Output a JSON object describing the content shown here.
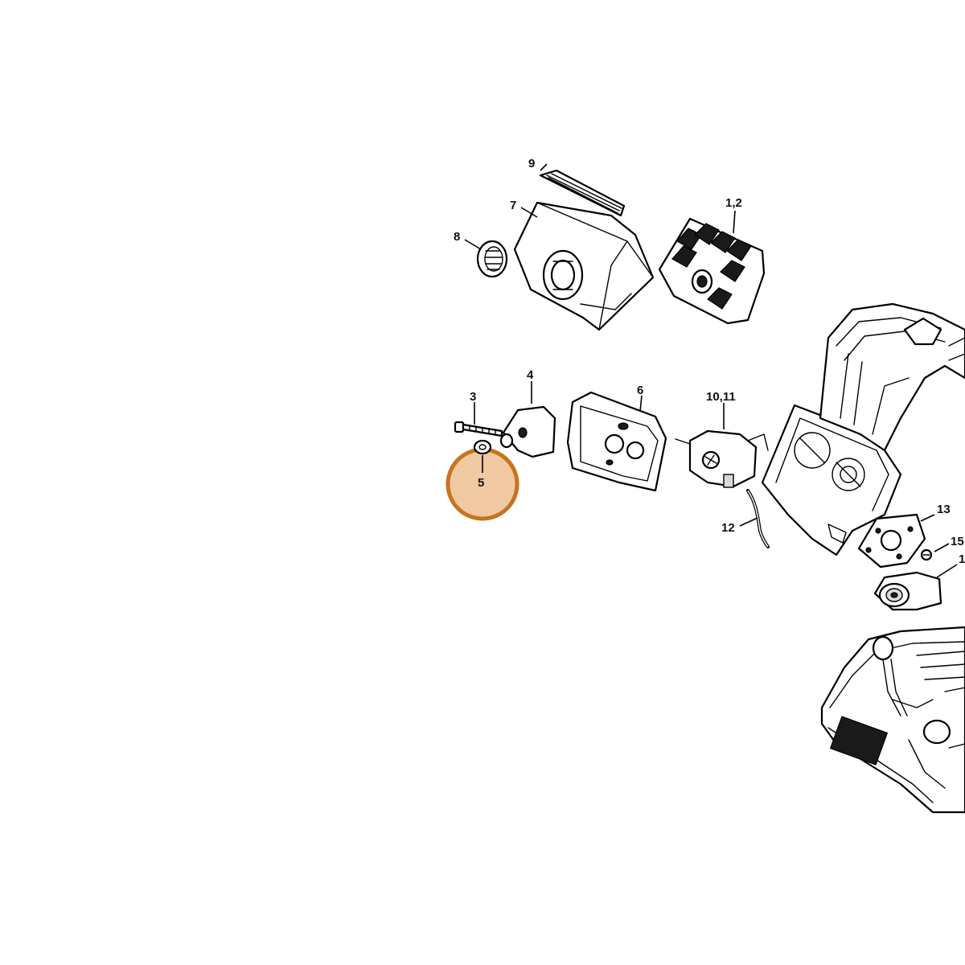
{
  "callouts": [
    {
      "id": "p9",
      "text": "9"
    },
    {
      "id": "p7",
      "text": "7"
    },
    {
      "id": "p12a",
      "text": "1,2"
    },
    {
      "id": "p8",
      "text": "8"
    },
    {
      "id": "p3",
      "text": "3"
    },
    {
      "id": "p4",
      "text": "4"
    },
    {
      "id": "p6",
      "text": "6"
    },
    {
      "id": "p1011",
      "text": "10,11"
    },
    {
      "id": "p5",
      "text": "5"
    },
    {
      "id": "p12",
      "text": "12"
    },
    {
      "id": "p13",
      "text": "13"
    },
    {
      "id": "p15",
      "text": "15"
    },
    {
      "id": "p1x",
      "text": "1"
    }
  ],
  "highlight": {
    "part": "5",
    "color": "#C8731F",
    "fill": "#F0C9A3"
  }
}
